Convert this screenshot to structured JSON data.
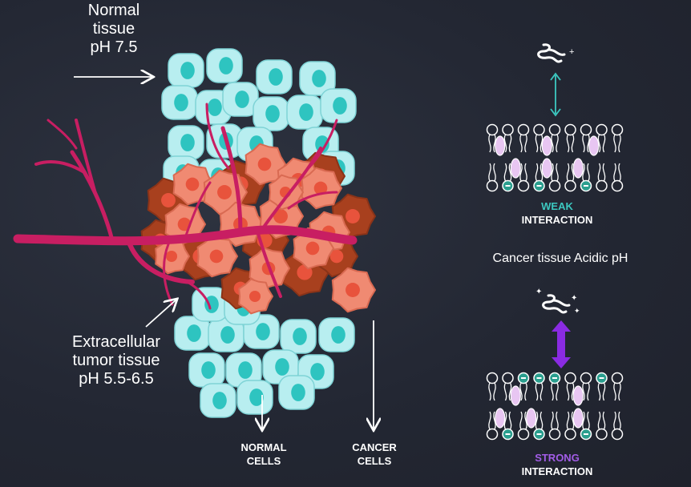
{
  "labels": {
    "normal_tissue": [
      "Normal",
      "tissue",
      "pH 7.5"
    ],
    "extracellular": [
      "Extracellular",
      "tumor tissue",
      "pH 5.5-6.5"
    ],
    "normal_cells": [
      "NORMAL",
      "CELLS"
    ],
    "cancer_cells": [
      "CANCER",
      "CELLS"
    ],
    "weak": [
      "WEAK",
      "INTERACTION"
    ],
    "strong": [
      "STRONG",
      "INTERACTION"
    ],
    "cancer_acidic": "Cancer tissue Acidic pH"
  },
  "colors": {
    "background": "#232733",
    "normal_cell": "#b8eef0",
    "nucleus": "#2ec4c0",
    "cancer_cell": "#f08a72",
    "cancer_dark": "#a8401e",
    "vessel": "#c81e62",
    "weak_accent": "#3cc8c0",
    "strong_accent": "#8a2be2",
    "lipid_head": "#ffffff",
    "ellipse_fill": "#e8c6f2",
    "charge": "#2a9e8e"
  },
  "icons": [
    "peptide-icon",
    "peptide-icon-sparkle",
    "double-arrow-icon",
    "membrane-icon"
  ]
}
